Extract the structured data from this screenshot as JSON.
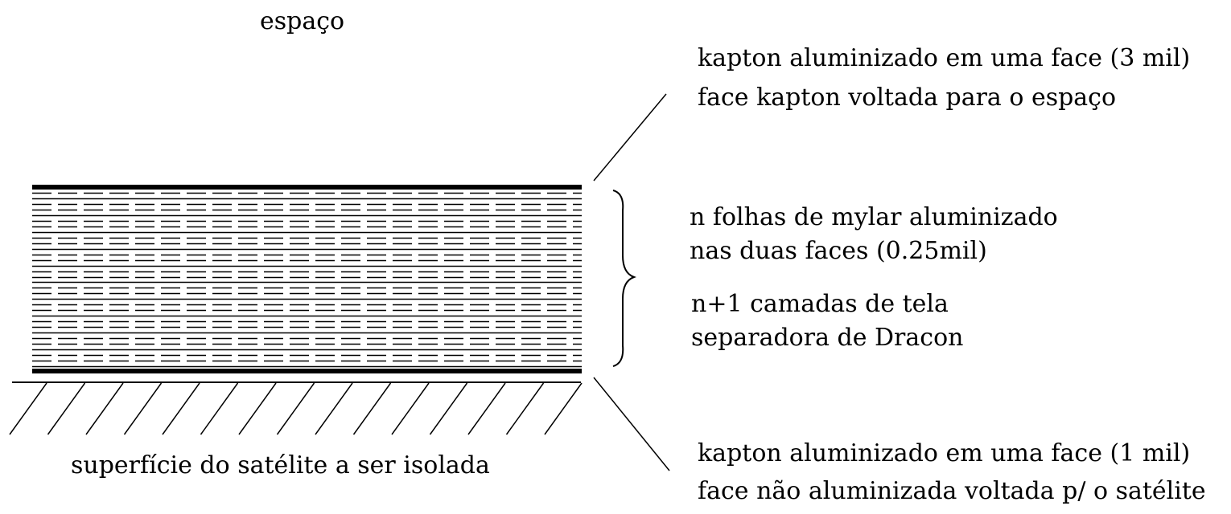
{
  "labels": {
    "space": "espaço",
    "surface": "superfície do satélite a ser isolada",
    "top_kapton_line1": "kapton aluminizado em uma face (3 mil)",
    "top_kapton_line2": "face kapton voltada para o espaço",
    "mylar_line1": "n folhas de mylar aluminizado",
    "mylar_line2": "nas duas faces (0.25mil)",
    "dracon_line1": "n+1 camadas de tela",
    "dracon_line2": "separadora de Dracon",
    "bottom_kapton_line1": "kapton aluminizado em uma face (1 mil)",
    "bottom_kapton_line2": "face não aluminizada voltada p/ o satélite"
  },
  "colors": {
    "ink": "#000000",
    "background": "#ffffff"
  }
}
